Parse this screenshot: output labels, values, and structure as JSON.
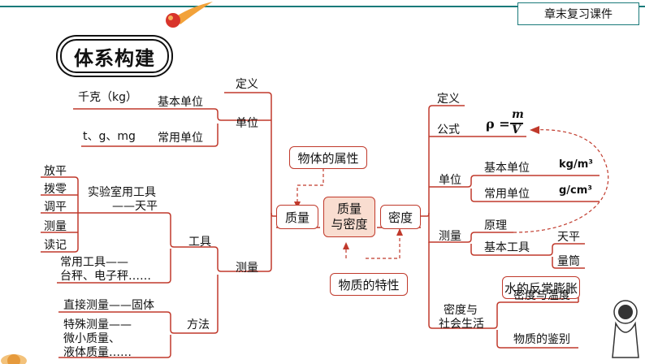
{
  "header": {
    "course_label": "章末复习课件"
  },
  "title": "体系构建",
  "center": {
    "line1": "质量",
    "line2": "与密度",
    "left": "质量",
    "right": "密度",
    "top_note": "物体的属性",
    "bottom_note": "物质的特性"
  },
  "mass": {
    "definition": "定义",
    "unit": "单位",
    "base_unit": "基本单位",
    "base_unit_value": "千克（kg）",
    "common_unit": "常用单位",
    "common_unit_value": "t、g、mg",
    "measurement": "测量",
    "tools": "工具",
    "lab_tools_line1": "实验室用工具",
    "lab_tools_line2": "——天平",
    "lab_steps": [
      "放平",
      "拨零",
      "调平",
      "测量",
      "读记"
    ],
    "common_tools_line1": "常用工具——",
    "common_tools_line2": "台秤、电子秤……",
    "method": "方法",
    "direct": "直接测量——固体",
    "special_line1": "特殊测量——",
    "special_line2": "微小质量、",
    "special_line3": "液体质量……"
  },
  "density": {
    "definition": "定义",
    "formula_label": "公式",
    "formula_rho": "ρ =",
    "formula_num": "m",
    "formula_den": "V",
    "unit": "单位",
    "base_unit": "基本单位",
    "base_unit_value": "kg/m³",
    "common_unit": "常用单位",
    "common_unit_value": "g/cm³",
    "measurement": "测量",
    "principle": "原理",
    "basic_tools": "基本工具",
    "balance": "天平",
    "cylinder": "量筒",
    "society_line1": "密度与",
    "society_line2": "社会生活",
    "water_anomaly": "水的反常膨胀",
    "density_temperature": "密度与温度",
    "identification": "物质的鉴别"
  },
  "colors": {
    "line": "#c0392b",
    "teal": "#1a7a7a"
  }
}
